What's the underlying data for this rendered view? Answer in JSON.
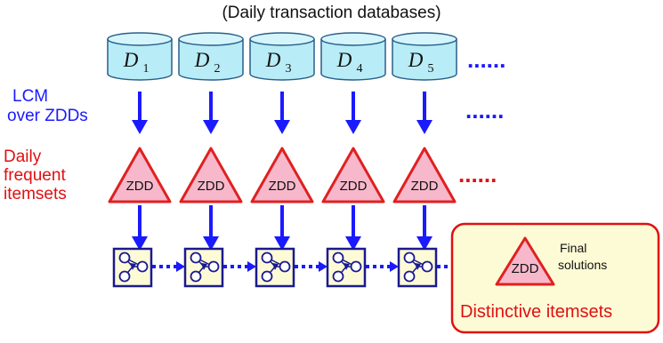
{
  "title": "(Daily transaction databases)",
  "left_labels": {
    "lcm_line1": "LCM",
    "lcm_line2": "over ZDDs",
    "daily_line1": "Daily",
    "daily_line2": "frequent",
    "daily_line3": "itemsets"
  },
  "databases": [
    {
      "letter": "D",
      "sub": "1"
    },
    {
      "letter": "D",
      "sub": "2"
    },
    {
      "letter": "D",
      "sub": "3"
    },
    {
      "letter": "D",
      "sub": "4"
    },
    {
      "letter": "D",
      "sub": "5"
    }
  ],
  "zdd_label": "ZDD",
  "ellipsis": "......",
  "final_box": {
    "zdd_label": "ZDD",
    "final_line1": "Final",
    "final_line2": "solutions",
    "caption": "Distinctive itemsets"
  },
  "colors": {
    "arrow_blue": "#1a1aff",
    "label_red": "#e01010",
    "cylinder_fill": "#b8ecf6",
    "cylinder_stroke": "#2a5f8a",
    "triangle_fill": "#f7b8cc",
    "triangle_stroke": "#e02020",
    "final_box_fill": "#fdfbd6",
    "final_box_stroke": "#e01010"
  },
  "icons": [
    "database-cylinder-icon",
    "zdd-triangle-icon",
    "state-graph-icon",
    "down-arrow-icon",
    "right-arrow-icon"
  ]
}
